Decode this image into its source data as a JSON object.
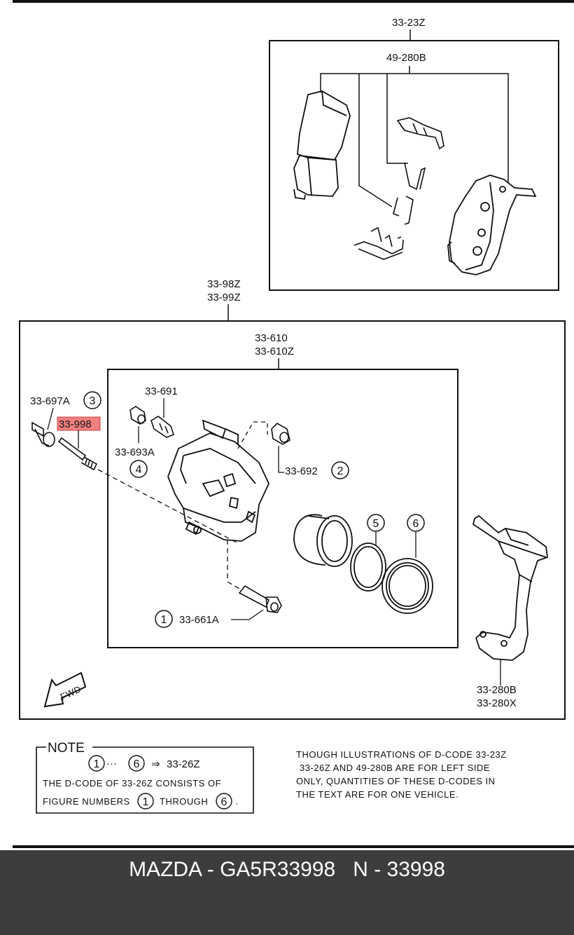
{
  "labels": {
    "pad_kit": "33-23Z",
    "shim_kit": "49-280B",
    "caliper_asm_1": "33-98Z",
    "caliper_asm_2": "33-99Z",
    "caliper_body_1": "33-610",
    "caliper_body_2": "33-610Z",
    "boot": "33-697A",
    "guide_pin": "33-998",
    "bleeder_screw": "33-691",
    "bleeder_cap": "33-693A",
    "pin_boot": "33-692",
    "bolt": "33-661A",
    "bracket_1": "33-280B",
    "bracket_2": "33-280X",
    "fwd": "FWD"
  },
  "figure_numbers": {
    "n1": "1",
    "n2": "2",
    "n3": "3",
    "n4": "4",
    "n5": "5",
    "n6": "6"
  },
  "note": {
    "title": "NOTE",
    "range_from": "1",
    "range_dots": "···",
    "range_to": "6",
    "arrow": "⇒",
    "kit": "33-26Z",
    "line2": "THE D-CODE OF   33-26Z   CONSISTS OF",
    "line3_a": "FIGURE NUMBERS",
    "line3_b": "THROUGH",
    "line3_c": "."
  },
  "disclaimer": {
    "line1": "THOUGH  ILLUSTRATIONS OF  D-CODE  33-23Z",
    "line2": "33-26Z   AND  49-280B  ARE FOR LEFT SIDE",
    "line3": "ONLY, QUANTITIES  OF  THESE  D-CODES  IN",
    "line4": "THE TEXT ARE FOR ONE VEHICLE."
  },
  "footer": {
    "text": "MAZDA - GA5R33998   N - 33998"
  },
  "colors": {
    "highlight": "#f08080",
    "footer_bg": "#3d3d3d",
    "line": "#111111"
  }
}
